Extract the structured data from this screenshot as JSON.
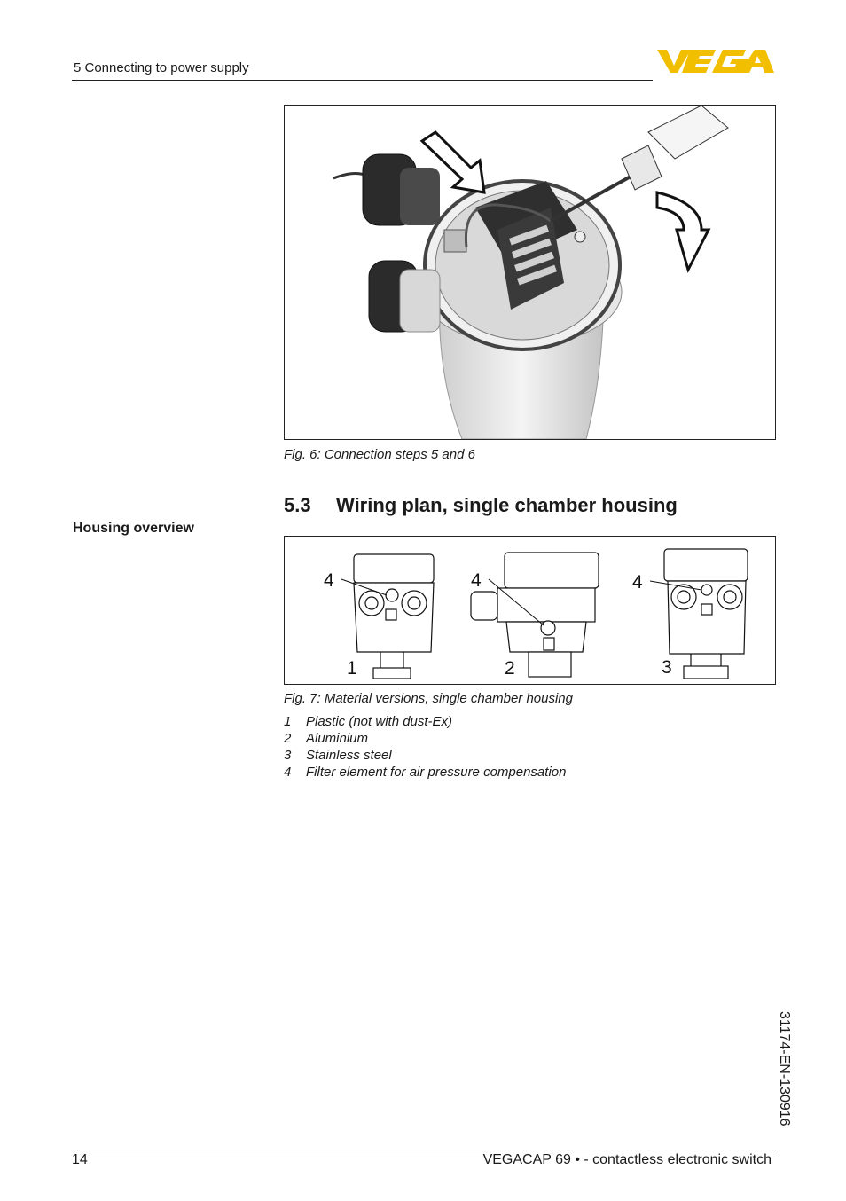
{
  "header": {
    "section": "5 Connecting to power supply",
    "logo_text": "VEGA",
    "logo_color": "#f2bf00"
  },
  "figure6": {
    "caption": "Fig. 6: Connection steps 5 and 6"
  },
  "section": {
    "number": "5.3",
    "title": "Wiring plan, single chamber housing"
  },
  "sidebar": {
    "label": "Housing overview"
  },
  "figure7": {
    "caption": "Fig. 7: Material versions, single chamber housing",
    "callouts": [
      "1",
      "2",
      "3",
      "4"
    ],
    "legend": [
      {
        "num": "1",
        "text": "Plastic (not with dust-Ex)"
      },
      {
        "num": "2",
        "text": "Aluminium"
      },
      {
        "num": "3",
        "text": "Stainless steel"
      },
      {
        "num": "4",
        "text": "Filter element for air pressure compensation"
      }
    ]
  },
  "footer": {
    "page": "14",
    "title": "VEGACAP 69 • - contactless electronic switch",
    "doc_id": "31174-EN-130916"
  }
}
